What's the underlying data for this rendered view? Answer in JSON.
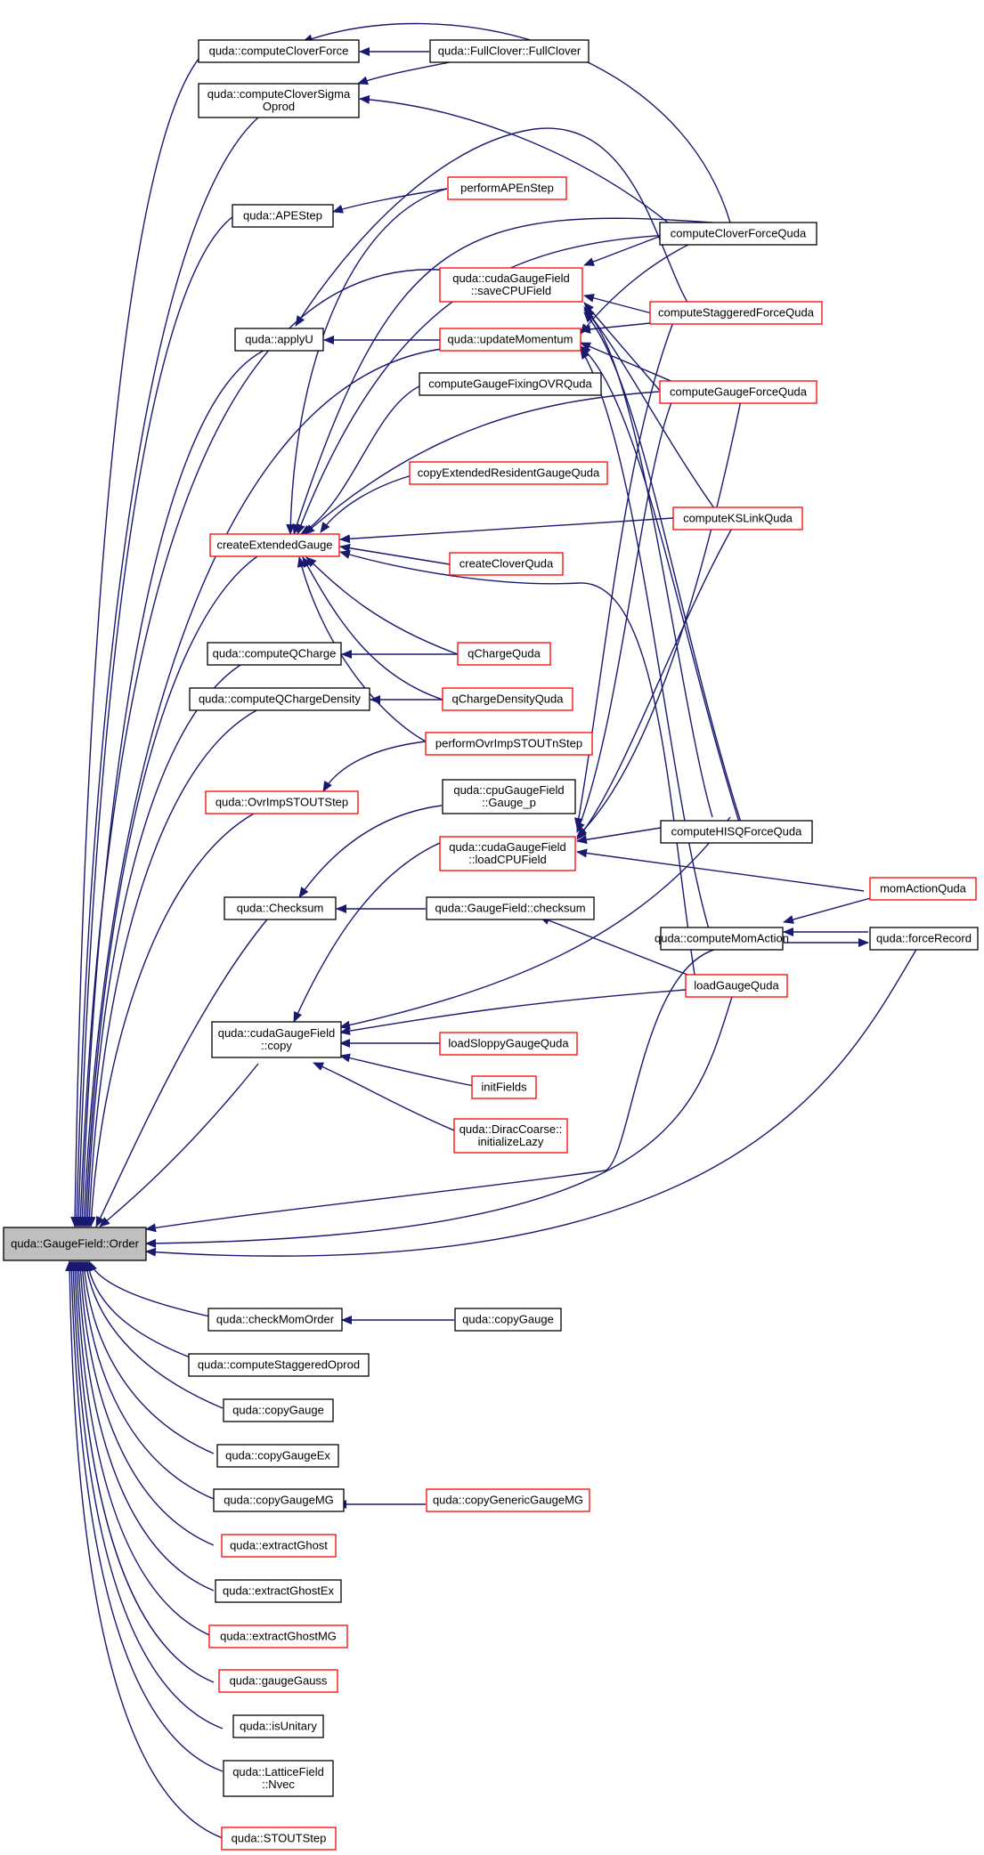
{
  "graph": {
    "colors": {
      "edge": "#191970",
      "box_black": "#000000",
      "box_red": "#ff0000",
      "root_fill": "#bfbfbf"
    },
    "nodes": [
      {
        "id": "n_root",
        "lines": [
          "quda::GaugeField::Order"
        ],
        "style": "root"
      },
      {
        "id": "n_ccf",
        "lines": [
          "quda::computeCloverForce"
        ],
        "style": "black"
      },
      {
        "id": "n_ffc",
        "lines": [
          "quda::FullClover::FullClover"
        ],
        "style": "black"
      },
      {
        "id": "n_ccso",
        "lines": [
          "quda::computeCloverSigma",
          "Oprod"
        ],
        "style": "black"
      },
      {
        "id": "n_ape",
        "lines": [
          "quda::APEStep"
        ],
        "style": "black"
      },
      {
        "id": "n_papen",
        "lines": [
          "performAPEnStep"
        ],
        "style": "red"
      },
      {
        "id": "n_ccfq",
        "lines": [
          "computeCloverForceQuda"
        ],
        "style": "black"
      },
      {
        "id": "n_save",
        "lines": [
          "quda::cudaGaugeField",
          "::saveCPUField"
        ],
        "style": "red"
      },
      {
        "id": "n_applyu",
        "lines": [
          "quda::applyU"
        ],
        "style": "black"
      },
      {
        "id": "n_updmom",
        "lines": [
          "quda::updateMomentum"
        ],
        "style": "red"
      },
      {
        "id": "n_csfq",
        "lines": [
          "computeStaggeredForceQuda"
        ],
        "style": "red"
      },
      {
        "id": "n_cgfo",
        "lines": [
          "computeGaugeFixingOVRQuda"
        ],
        "style": "black"
      },
      {
        "id": "n_cgfq",
        "lines": [
          "computeGaugeForceQuda"
        ],
        "style": "red"
      },
      {
        "id": "n_cergq",
        "lines": [
          "copyExtendedResidentGaugeQuda"
        ],
        "style": "red"
      },
      {
        "id": "n_ceg",
        "lines": [
          "createExtendedGauge"
        ],
        "style": "red"
      },
      {
        "id": "n_cksl",
        "lines": [
          "computeKSLinkQuda"
        ],
        "style": "red"
      },
      {
        "id": "n_ccq",
        "lines": [
          "createCloverQuda"
        ],
        "style": "red"
      },
      {
        "id": "n_cqc",
        "lines": [
          "quda::computeQCharge"
        ],
        "style": "black"
      },
      {
        "id": "n_qcq",
        "lines": [
          "qChargeQuda"
        ],
        "style": "red"
      },
      {
        "id": "n_cqcd",
        "lines": [
          "quda::computeQChargeDensity"
        ],
        "style": "black"
      },
      {
        "id": "n_qcdq",
        "lines": [
          "qChargeDensityQuda"
        ],
        "style": "red"
      },
      {
        "id": "n_povr",
        "lines": [
          "performOvrImpSTOUTnStep"
        ],
        "style": "red"
      },
      {
        "id": "n_ovr",
        "lines": [
          "quda::OvrImpSTOUTStep"
        ],
        "style": "red"
      },
      {
        "id": "n_cpugp",
        "lines": [
          "quda::cpuGaugeField",
          "::Gauge_p"
        ],
        "style": "black"
      },
      {
        "id": "n_load",
        "lines": [
          "quda::cudaGaugeField",
          "::loadCPUField"
        ],
        "style": "red"
      },
      {
        "id": "n_chisq",
        "lines": [
          "computeHISQForceQuda"
        ],
        "style": "black"
      },
      {
        "id": "n_maq",
        "lines": [
          "momActionQuda"
        ],
        "style": "red"
      },
      {
        "id": "n_chk",
        "lines": [
          "quda::Checksum"
        ],
        "style": "black"
      },
      {
        "id": "n_gfchk",
        "lines": [
          "quda::GaugeField::checksum"
        ],
        "style": "black"
      },
      {
        "id": "n_cma",
        "lines": [
          "quda::computeMomAction"
        ],
        "style": "black"
      },
      {
        "id": "n_frec",
        "lines": [
          "quda::forceRecord"
        ],
        "style": "black"
      },
      {
        "id": "n_lgq",
        "lines": [
          "loadGaugeQuda"
        ],
        "style": "red"
      },
      {
        "id": "n_copy",
        "lines": [
          "quda::cudaGaugeField",
          "::copy"
        ],
        "style": "black"
      },
      {
        "id": "n_lsgq",
        "lines": [
          "loadSloppyGaugeQuda"
        ],
        "style": "red"
      },
      {
        "id": "n_init",
        "lines": [
          "initFields"
        ],
        "style": "red"
      },
      {
        "id": "n_dirac",
        "lines": [
          "quda::DiracCoarse::",
          "initializeLazy"
        ],
        "style": "red"
      },
      {
        "id": "n_cmo",
        "lines": [
          "quda::checkMomOrder"
        ],
        "style": "black"
      },
      {
        "id": "n_cg1",
        "lines": [
          "quda::copyGauge"
        ],
        "style": "black"
      },
      {
        "id": "n_cso",
        "lines": [
          "quda::computeStaggeredOprod"
        ],
        "style": "black"
      },
      {
        "id": "n_cg2",
        "lines": [
          "quda::copyGauge"
        ],
        "style": "black"
      },
      {
        "id": "n_cgex",
        "lines": [
          "quda::copyGaugeEx"
        ],
        "style": "black"
      },
      {
        "id": "n_cgmg",
        "lines": [
          "quda::copyGaugeMG"
        ],
        "style": "black"
      },
      {
        "id": "n_cggmg",
        "lines": [
          "quda::copyGenericGaugeMG"
        ],
        "style": "red"
      },
      {
        "id": "n_eg",
        "lines": [
          "quda::extractGhost"
        ],
        "style": "red"
      },
      {
        "id": "n_egex",
        "lines": [
          "quda::extractGhostEx"
        ],
        "style": "black"
      },
      {
        "id": "n_egmg",
        "lines": [
          "quda::extractGhostMG"
        ],
        "style": "red"
      },
      {
        "id": "n_gg",
        "lines": [
          "quda::gaugeGauss"
        ],
        "style": "red"
      },
      {
        "id": "n_isu",
        "lines": [
          "quda::isUnitary"
        ],
        "style": "black"
      },
      {
        "id": "n_nvec",
        "lines": [
          "quda::LatticeField",
          "::Nvec"
        ],
        "style": "black"
      },
      {
        "id": "n_stout",
        "lines": [
          "quda::STOUTStep"
        ],
        "style": "red"
      }
    ]
  }
}
